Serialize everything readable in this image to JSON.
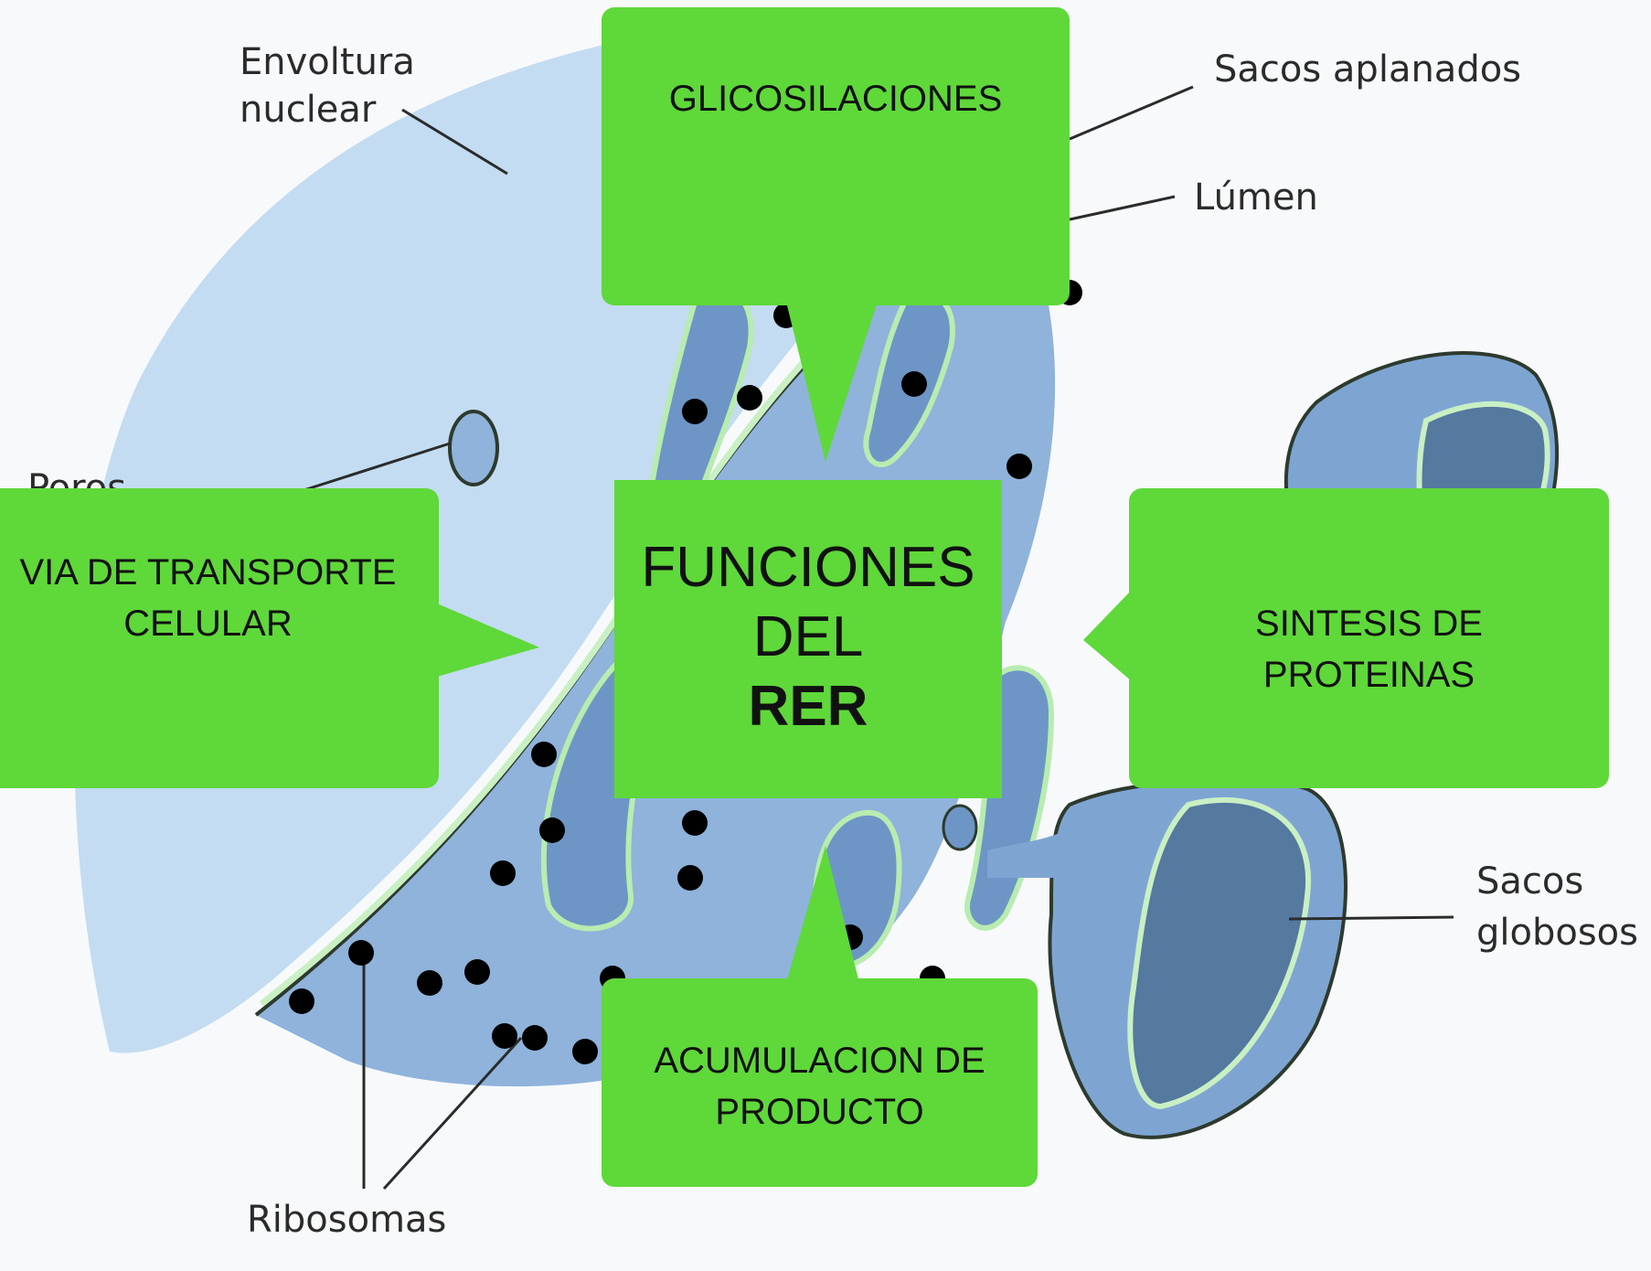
{
  "labels": {
    "envoltura_line1": "Envoltura",
    "envoltura_line2": "nuclear",
    "sacos_aplanados": "Sacos aplanados",
    "lumen": "Lúmen",
    "poros": "Poros",
    "sacos_globosos_line1": "Sacos",
    "sacos_globosos_line2": "globosos",
    "ribosomas": "Ribosomas"
  },
  "callouts": {
    "center": {
      "line1": "FUNCIONES",
      "line2": "DEL",
      "line3": "RER"
    },
    "top": "GLICOSILACIONES",
    "left": {
      "line1": "VIA DE TRANSPORTE",
      "line2": "CELULAR"
    },
    "right": {
      "line1": "SINTESIS DE",
      "line2": "PROTEINAS"
    },
    "bottom": {
      "line1": "ACUMULACION DE",
      "line2": "PRODUCTO"
    }
  },
  "colors": {
    "callout_green": "#5fd83a",
    "nucleus_blue": "#c3dcf1",
    "er_blue": "#7ea5d2",
    "membrane_green": "#c9f0c3"
  }
}
